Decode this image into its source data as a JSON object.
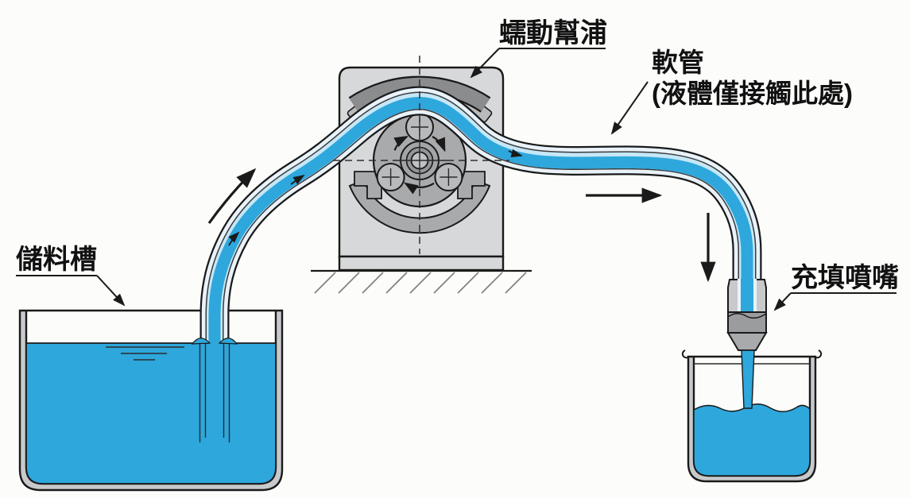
{
  "labels": {
    "pump": "蠕動幫浦",
    "tube_line1": "軟管",
    "tube_line2": "(液體僅接觸此處)",
    "reservoir": "儲料槽",
    "nozzle": "充填噴嘴"
  },
  "colors": {
    "liquid": "#2ea7dc",
    "tube_highlight": "#c6e7f6",
    "tube_wall": "#e9f2f8",
    "pump_body": "#d7d8da",
    "stator_arc": "#8b8c8e",
    "rotor_gray": "#a9aaac",
    "roller_gray": "#b9babc",
    "metal_gray": "#c8c9cb",
    "band_gray": "#9b9c9e",
    "outline": "#1a1a1a",
    "background": "#fcfcfa",
    "text": "#111111"
  }
}
